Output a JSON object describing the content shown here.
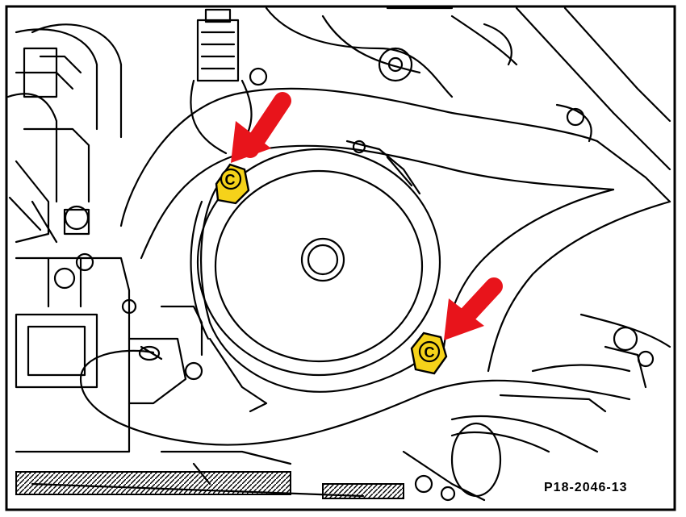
{
  "figure": {
    "reference_code": "P18-2046-13",
    "callout_color": "#e8141b",
    "fastener_color": "#f5d21a",
    "line_color": "#000000",
    "background_color": "#ffffff",
    "callouts": [
      {
        "label": "C",
        "icon": "hex-nut-icon",
        "arrow": "down-left"
      },
      {
        "label": "C",
        "icon": "hex-nut-icon",
        "arrow": "down-left"
      }
    ]
  }
}
